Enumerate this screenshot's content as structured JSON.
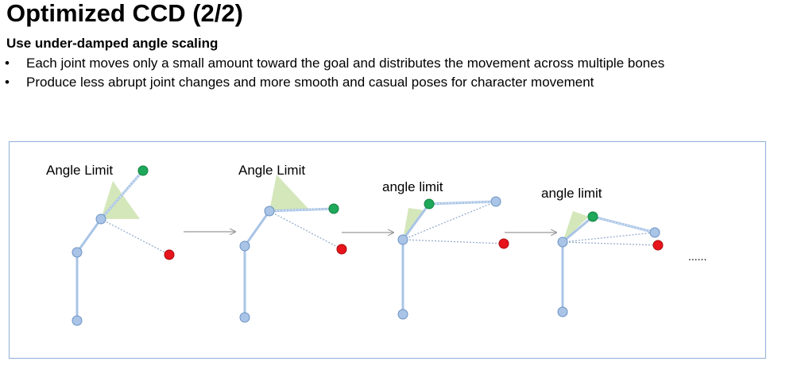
{
  "slide": {
    "title": "Optimized CCD (2/2)",
    "subtitle": "Use under-damped angle scaling",
    "bullet_marker": "•",
    "bullets": [
      "Each joint moves only a small amount toward the goal and distributes the movement across multiple bones",
      "Produce less abrupt joint changes and more smooth and casual poses for character movement"
    ]
  },
  "diagram": {
    "steps": [
      {
        "label": "Angle Limit"
      },
      {
        "label": "Angle Limit"
      },
      {
        "label": "angle limit"
      },
      {
        "label": "angle limit"
      }
    ],
    "continuation": "......",
    "colors": {
      "joint": "#a9c4e6",
      "joint_stroke": "#6d93c4",
      "bone": "#a9c4e6",
      "end_effector": "#1fa85a",
      "target": "#e8141b",
      "angle_limit_cone": "#cfe4b4",
      "arrow": "#999999",
      "frame": "#8fb0d6"
    }
  }
}
